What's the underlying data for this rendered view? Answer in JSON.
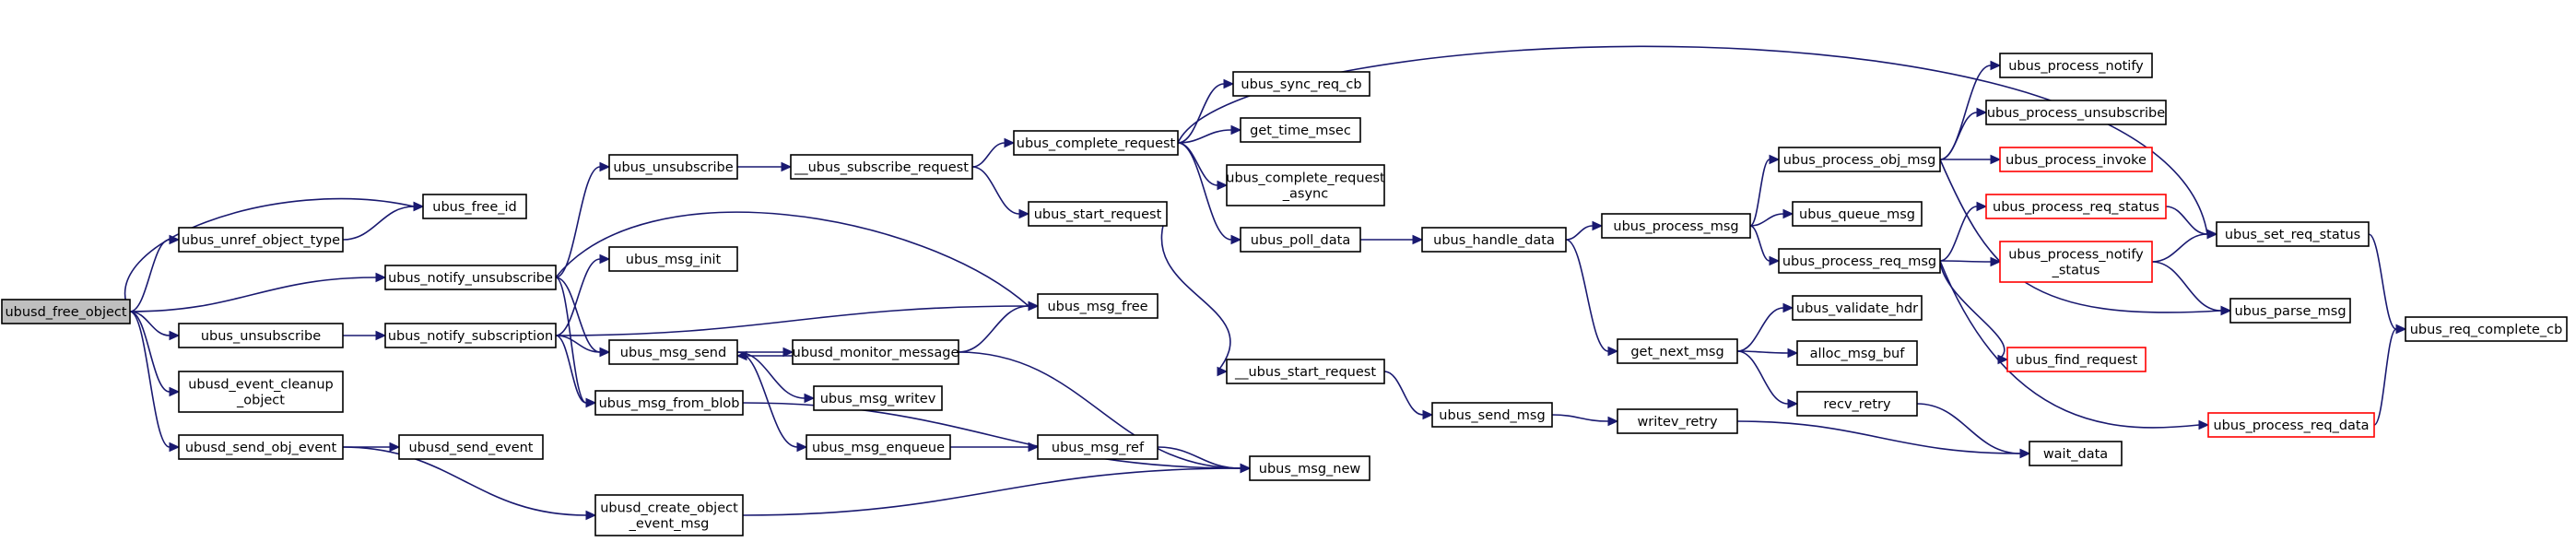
{
  "nodes": [
    {
      "id": "ubusd_free_object",
      "lines": [
        "ubusd_free_object"
      ],
      "highlight": true
    },
    {
      "id": "ubus_unref_object_type",
      "lines": [
        "ubus_unref_object_type"
      ]
    },
    {
      "id": "ubus_unsubscribe_l1",
      "lines": [
        "ubus_unsubscribe"
      ]
    },
    {
      "id": "ubusd_event_cleanup_object",
      "lines": [
        "ubusd_event_cleanup",
        "_object"
      ]
    },
    {
      "id": "ubusd_send_obj_event",
      "lines": [
        "ubusd_send_obj_event"
      ]
    },
    {
      "id": "ubus_free_id",
      "lines": [
        "ubus_free_id"
      ]
    },
    {
      "id": "ubus_notify_unsubscribe",
      "lines": [
        "ubus_notify_unsubscribe"
      ]
    },
    {
      "id": "ubus_notify_subscription",
      "lines": [
        "ubus_notify_subscription"
      ]
    },
    {
      "id": "ubusd_send_event",
      "lines": [
        "ubusd_send_event"
      ]
    },
    {
      "id": "ubusd_create_object_event_msg",
      "lines": [
        "ubusd_create_object",
        "_event_msg"
      ]
    },
    {
      "id": "ubus_unsubscribe_l3",
      "lines": [
        "ubus_unsubscribe"
      ]
    },
    {
      "id": "ubus_msg_init",
      "lines": [
        "ubus_msg_init"
      ]
    },
    {
      "id": "ubus_msg_send",
      "lines": [
        "ubus_msg_send"
      ]
    },
    {
      "id": "ubus_msg_from_blob",
      "lines": [
        "ubus_msg_from_blob"
      ]
    },
    {
      "id": "ubusd_monitor_message",
      "lines": [
        "ubusd_monitor_message"
      ]
    },
    {
      "id": "ubus_msg_writev",
      "lines": [
        "ubus_msg_writev"
      ]
    },
    {
      "id": "ubus_msg_enqueue",
      "lines": [
        "ubus_msg_enqueue"
      ]
    },
    {
      "id": "__ubus_subscribe_request",
      "lines": [
        "__ubus_subscribe_request"
      ]
    },
    {
      "id": "ubus_complete_request",
      "lines": [
        "ubus_complete_request"
      ]
    },
    {
      "id": "ubus_start_request",
      "lines": [
        "ubus_start_request"
      ]
    },
    {
      "id": "ubus_msg_free",
      "lines": [
        "ubus_msg_free"
      ]
    },
    {
      "id": "ubus_msg_ref",
      "lines": [
        "ubus_msg_ref"
      ]
    },
    {
      "id": "ubus_msg_new",
      "lines": [
        "ubus_msg_new"
      ]
    },
    {
      "id": "__ubus_start_request",
      "lines": [
        "__ubus_start_request"
      ]
    },
    {
      "id": "ubus_sync_req_cb",
      "lines": [
        "ubus_sync_req_cb"
      ]
    },
    {
      "id": "get_time_msec",
      "lines": [
        "get_time_msec"
      ]
    },
    {
      "id": "ubus_complete_request_async",
      "lines": [
        "ubus_complete_request",
        "_async"
      ]
    },
    {
      "id": "ubus_poll_data",
      "lines": [
        "ubus_poll_data"
      ]
    },
    {
      "id": "ubus_handle_data",
      "lines": [
        "ubus_handle_data"
      ]
    },
    {
      "id": "ubus_send_msg",
      "lines": [
        "ubus_send_msg"
      ]
    },
    {
      "id": "ubus_process_msg",
      "lines": [
        "ubus_process_msg"
      ]
    },
    {
      "id": "get_next_msg",
      "lines": [
        "get_next_msg"
      ]
    },
    {
      "id": "writev_retry",
      "lines": [
        "writev_retry"
      ]
    },
    {
      "id": "ubus_process_obj_msg",
      "lines": [
        "ubus_process_obj_msg"
      ]
    },
    {
      "id": "ubus_queue_msg",
      "lines": [
        "ubus_queue_msg"
      ]
    },
    {
      "id": "ubus_process_req_msg",
      "lines": [
        "ubus_process_req_msg"
      ]
    },
    {
      "id": "ubus_validate_hdr",
      "lines": [
        "ubus_validate_hdr"
      ]
    },
    {
      "id": "alloc_msg_buf",
      "lines": [
        "alloc_msg_buf"
      ]
    },
    {
      "id": "recv_retry",
      "lines": [
        "recv_retry"
      ]
    },
    {
      "id": "ubus_process_notify",
      "lines": [
        "ubus_process_notify"
      ]
    },
    {
      "id": "ubus_process_unsubscribe",
      "lines": [
        "ubus_process_unsubscribe"
      ]
    },
    {
      "id": "ubus_process_invoke",
      "lines": [
        "ubus_process_invoke"
      ],
      "red": true
    },
    {
      "id": "ubus_process_req_status",
      "lines": [
        "ubus_process_req_status"
      ],
      "red": true
    },
    {
      "id": "ubus_process_notify_status",
      "lines": [
        "ubus_process_notify",
        "_status"
      ],
      "red": true
    },
    {
      "id": "ubus_find_request",
      "lines": [
        "ubus_find_request"
      ],
      "red": true
    },
    {
      "id": "ubus_process_req_data",
      "lines": [
        "ubus_process_req_data"
      ],
      "red": true
    },
    {
      "id": "wait_data",
      "lines": [
        "wait_data"
      ]
    },
    {
      "id": "ubus_set_req_status",
      "lines": [
        "ubus_set_req_status"
      ]
    },
    {
      "id": "ubus_parse_msg",
      "lines": [
        "ubus_parse_msg"
      ]
    },
    {
      "id": "ubus_req_complete_cb",
      "lines": [
        "ubus_req_complete_cb"
      ]
    }
  ],
  "edges": [
    [
      "ubusd_free_object",
      "ubus_unref_object_type"
    ],
    [
      "ubusd_free_object",
      "ubus_free_id"
    ],
    [
      "ubusd_free_object",
      "ubus_notify_unsubscribe"
    ],
    [
      "ubusd_free_object",
      "ubus_unsubscribe_l1"
    ],
    [
      "ubusd_free_object",
      "ubusd_event_cleanup_object"
    ],
    [
      "ubusd_free_object",
      "ubusd_send_obj_event"
    ],
    [
      "ubus_unref_object_type",
      "ubus_free_id"
    ],
    [
      "ubus_unsubscribe_l1",
      "ubus_notify_subscription"
    ],
    [
      "ubusd_send_obj_event",
      "ubusd_send_event"
    ],
    [
      "ubusd_send_obj_event",
      "ubusd_create_object_event_msg"
    ],
    [
      "ubus_notify_unsubscribe",
      "ubus_unsubscribe_l3"
    ],
    [
      "ubus_notify_unsubscribe",
      "ubus_msg_free"
    ],
    [
      "ubus_notify_unsubscribe",
      "ubus_msg_send"
    ],
    [
      "ubus_notify_unsubscribe",
      "ubus_msg_from_blob"
    ],
    [
      "ubus_notify_subscription",
      "ubus_msg_init"
    ],
    [
      "ubus_notify_subscription",
      "ubus_msg_free"
    ],
    [
      "ubus_notify_subscription",
      "ubus_msg_send"
    ],
    [
      "ubus_notify_subscription",
      "ubus_msg_from_blob"
    ],
    [
      "ubus_unsubscribe_l3",
      "__ubus_subscribe_request"
    ],
    [
      "__ubus_subscribe_request",
      "ubus_complete_request"
    ],
    [
      "__ubus_subscribe_request",
      "ubus_start_request"
    ],
    [
      "ubus_msg_send",
      "ubusd_monitor_message"
    ],
    [
      "ubus_msg_send",
      "ubus_msg_writev"
    ],
    [
      "ubus_msg_send",
      "ubus_msg_enqueue"
    ],
    [
      "ubusd_monitor_message",
      "ubus_msg_send"
    ],
    [
      "ubusd_monitor_message",
      "ubus_msg_free"
    ],
    [
      "ubusd_monitor_message",
      "ubus_msg_new"
    ],
    [
      "ubus_msg_from_blob",
      "ubus_msg_new"
    ],
    [
      "ubus_msg_enqueue",
      "ubus_msg_ref"
    ],
    [
      "ubus_msg_ref",
      "ubus_msg_new"
    ],
    [
      "ubusd_create_object_event_msg",
      "ubus_msg_new"
    ],
    [
      "ubus_start_request",
      "__ubus_start_request"
    ],
    [
      "__ubus_start_request",
      "ubus_send_msg"
    ],
    [
      "ubus_complete_request",
      "ubus_sync_req_cb"
    ],
    [
      "ubus_complete_request",
      "get_time_msec"
    ],
    [
      "ubus_complete_request",
      "ubus_complete_request_async"
    ],
    [
      "ubus_complete_request",
      "ubus_poll_data"
    ],
    [
      "ubus_complete_request",
      "ubus_set_req_status"
    ],
    [
      "ubus_poll_data",
      "ubus_handle_data"
    ],
    [
      "ubus_handle_data",
      "ubus_process_msg"
    ],
    [
      "ubus_handle_data",
      "get_next_msg"
    ],
    [
      "ubus_send_msg",
      "writev_retry"
    ],
    [
      "writev_retry",
      "wait_data"
    ],
    [
      "ubus_process_msg",
      "ubus_process_obj_msg"
    ],
    [
      "ubus_process_msg",
      "ubus_queue_msg"
    ],
    [
      "ubus_process_msg",
      "ubus_process_req_msg"
    ],
    [
      "get_next_msg",
      "ubus_validate_hdr"
    ],
    [
      "get_next_msg",
      "alloc_msg_buf"
    ],
    [
      "get_next_msg",
      "recv_retry"
    ],
    [
      "recv_retry",
      "wait_data"
    ],
    [
      "ubus_process_obj_msg",
      "ubus_process_notify"
    ],
    [
      "ubus_process_obj_msg",
      "ubus_process_unsubscribe"
    ],
    [
      "ubus_process_obj_msg",
      "ubus_process_invoke"
    ],
    [
      "ubus_process_obj_msg",
      "ubus_parse_msg"
    ],
    [
      "ubus_process_req_msg",
      "ubus_process_req_status"
    ],
    [
      "ubus_process_req_msg",
      "ubus_process_notify_status"
    ],
    [
      "ubus_process_req_msg",
      "ubus_find_request"
    ],
    [
      "ubus_process_req_msg",
      "ubus_process_req_data"
    ],
    [
      "ubus_process_req_status",
      "ubus_set_req_status"
    ],
    [
      "ubus_process_notify_status",
      "ubus_set_req_status"
    ],
    [
      "ubus_process_notify_status",
      "ubus_parse_msg"
    ],
    [
      "ubus_set_req_status",
      "ubus_req_complete_cb"
    ],
    [
      "ubus_process_req_data",
      "ubus_req_complete_cb"
    ]
  ]
}
